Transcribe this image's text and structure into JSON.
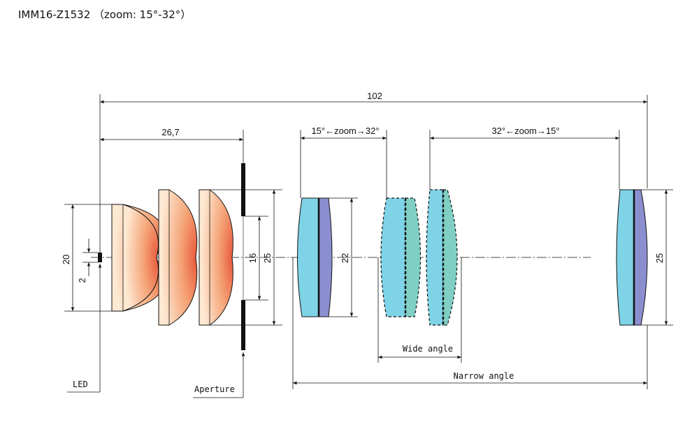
{
  "title": "IMM16-Z1532 （zoom: 15°-32°）",
  "dimensions": {
    "total_length": "102",
    "first_group_distance": "26,7",
    "zoom_range_1": "15°←zoom→32°",
    "zoom_range_2": "32°←zoom→15°",
    "height_20": "20",
    "height_2": "2",
    "aperture_16": "16",
    "aperture_25": "25",
    "doublet_22": "22",
    "last_group_25": "25"
  },
  "labels": {
    "led": "LED",
    "aperture": "Aperture",
    "wide_angle": "Wide angle",
    "narrow_angle": "Narrow angle"
  },
  "colors": {
    "warm_lens_light": "#fbe3c9",
    "warm_lens_dark": "#e8573a",
    "cyan_lens": "#7fd3e6",
    "violet_lens": "#8c8fcf",
    "teal_lens": "#7fcfc4",
    "outline": "#111111"
  }
}
